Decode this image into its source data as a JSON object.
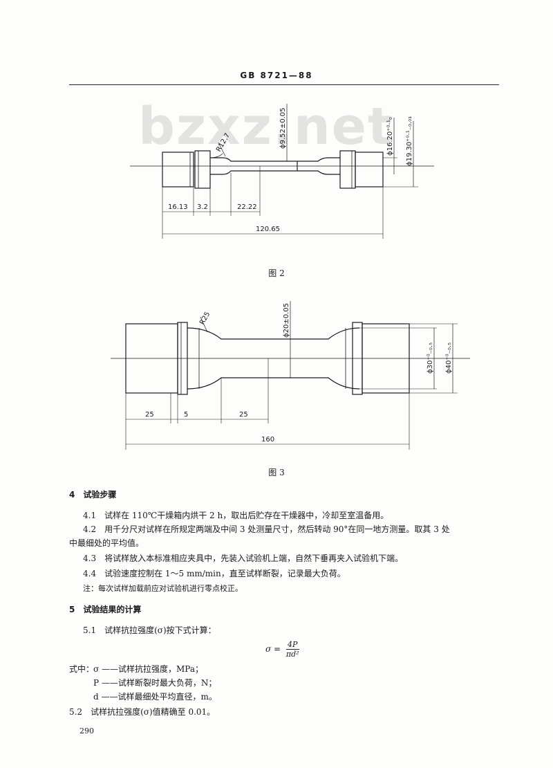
{
  "header": "GB 8721—88",
  "watermark": "bzxz.net",
  "figure2": {
    "caption": "图 2",
    "radius_label": "R12.7",
    "dia_center": "ϕ9.52±0.05",
    "dia_shoulder": "ϕ16.20⁺⁰·¹₀",
    "dia_end": "ϕ19.30⁺⁰·¹₋₀.₀₁",
    "dim_end_len": "16.13",
    "dim_collar": "3.2",
    "dim_gauge": "22.22",
    "dim_total": "120.65"
  },
  "figure3": {
    "caption": "图 3",
    "radius_label": "R25",
    "dia_center": "ϕ20±0.05",
    "dia_shoulder": "ϕ30⁺⁰₋₀.₅",
    "dia_end": "ϕ40⁺⁰₋₀.₅",
    "dim_end_len": "25",
    "dim_collar": "5",
    "dim_gauge": "25",
    "dim_total": "160"
  },
  "section4": {
    "title": "4　试验步骤",
    "items": [
      "4.1　试样在 110℃干燥箱内烘干 2 h，取出后贮存在干燥器中，冷却至室温备用。",
      "4.2　用千分尺对试样在所规定两端及中间 3 处测量尺寸，然后转动 90°在同一地方测量。取其 3 处",
      "中最细处的平均值。",
      "4.3　将试样放入本标准相应夹具中，先装入试验机上端，自然下垂再夹入试验机下端。",
      "4.4　试验速度控制在 1～5 mm/min，直至试样断裂，记录最大负荷。"
    ],
    "note": "注：每次试样加载前应对试验机进行零点校正。"
  },
  "section5": {
    "title": "5　试验结果的计算",
    "item1": "5.1　试样抗拉强度(σ)按下式计算：",
    "formula_lhs": "σ =",
    "formula_num": "4P",
    "formula_den": "πd²",
    "where_intro": "式中：",
    "defs": [
      "σ ——试样抗拉强度，MPa；",
      "P ——试样断裂时最大负荷，N；",
      "d ——试样最细处平均直径，m。"
    ],
    "item2": "5.2　试样抗拉强度(σ)值精确至 0.01。"
  },
  "page_number": "290"
}
